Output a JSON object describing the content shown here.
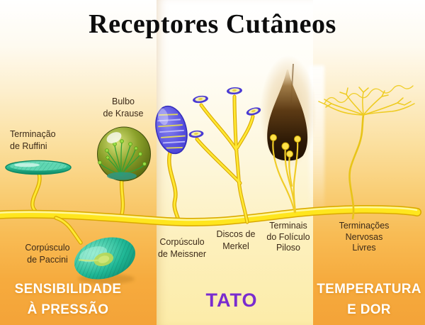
{
  "title": "Receptores Cutâneos",
  "receptors": {
    "ruffini": {
      "label": "Terminação\nde Ruffini"
    },
    "krause": {
      "label": "Bulbo\nde Krause"
    },
    "paccini": {
      "label": "Corpúsculo\nde Paccini"
    },
    "meissner": {
      "label": "Corpúsculo\nde Meissner"
    },
    "merkel": {
      "label": "Discos de\nMerkel"
    },
    "foliculo": {
      "label": "Terminais\ndo Folículo\nPiloso"
    },
    "livres": {
      "label": "Terminações\nNervosas Livres"
    }
  },
  "zones": {
    "pressao": {
      "label": "SENSIBILIDADE\nÀ PRESSÃO"
    },
    "tato": {
      "label": "TATO"
    },
    "temperatura": {
      "label": "TEMPERATURA\nE DOR"
    }
  },
  "colors": {
    "zone_band_orange": "#f4a338",
    "zone_band_cream": "#fceca8",
    "zone_label_white": "#ffffff",
    "tato_purple": "#7a2ccf",
    "label_text": "#3c2a18",
    "nerve_yellow": "#ffe61e",
    "nerve_outline": "#d9a800",
    "ruffini_teal": "#1fb188",
    "krause_olive": "#7f9a22",
    "meissner_blue": "#4a44d8",
    "follicle_brown": "#2e1a06",
    "paccini_teal": "#17a587",
    "title_black": "#0d0d0d"
  }
}
